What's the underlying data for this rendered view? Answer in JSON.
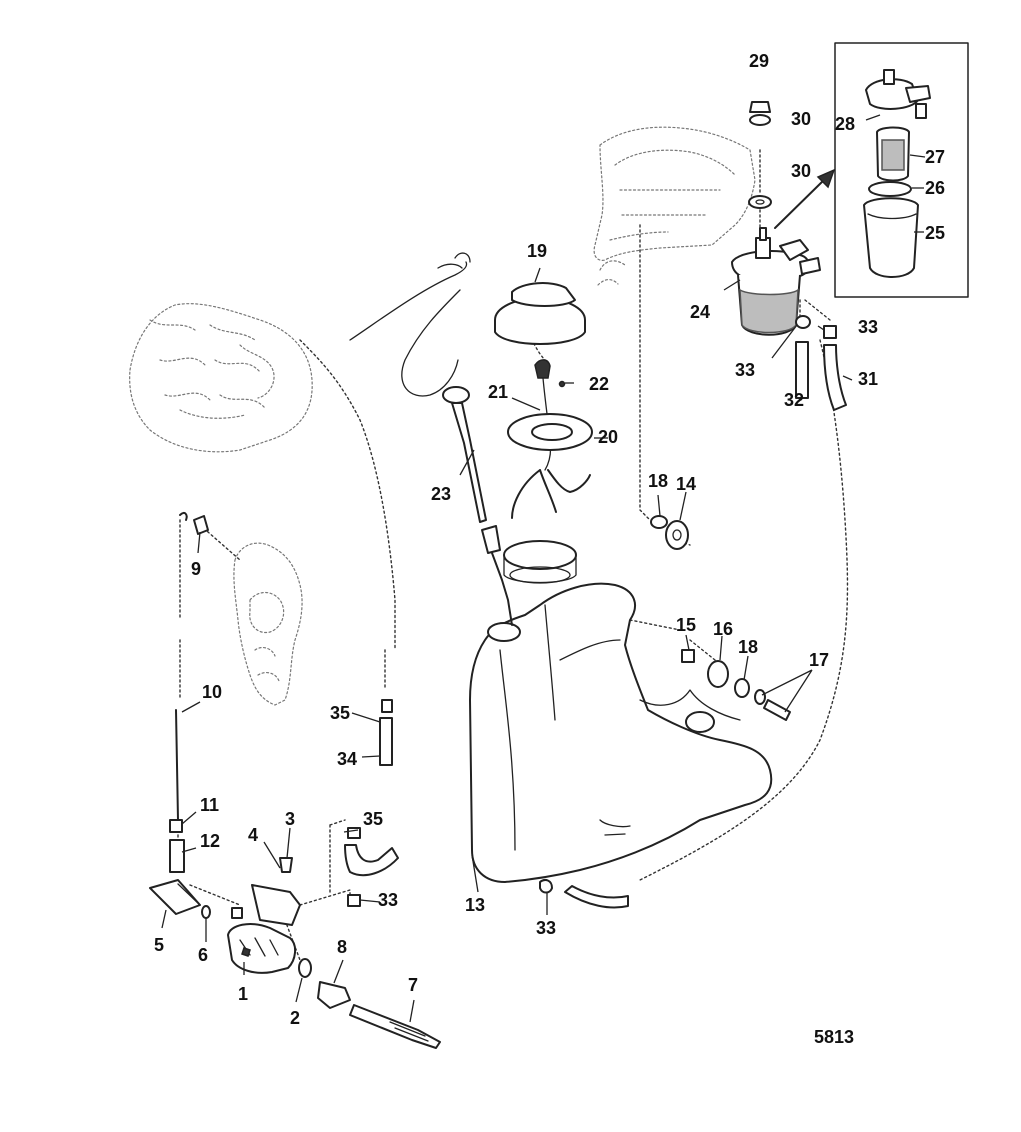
{
  "figure_code": "5813",
  "callouts": [
    {
      "id": "c29",
      "text": "29"
    },
    {
      "id": "c30a",
      "text": "30"
    },
    {
      "id": "c30b",
      "text": "30"
    },
    {
      "id": "c28",
      "text": "28"
    },
    {
      "id": "c27",
      "text": "27"
    },
    {
      "id": "c26",
      "text": "26"
    },
    {
      "id": "c25",
      "text": "25"
    },
    {
      "id": "c19",
      "text": "19"
    },
    {
      "id": "c22",
      "text": "22"
    },
    {
      "id": "c21",
      "text": "21"
    },
    {
      "id": "c20",
      "text": "20"
    },
    {
      "id": "c24",
      "text": "24"
    },
    {
      "id": "c33a",
      "text": "33"
    },
    {
      "id": "c33b",
      "text": "33"
    },
    {
      "id": "c31",
      "text": "31"
    },
    {
      "id": "c32",
      "text": "32"
    },
    {
      "id": "c23",
      "text": "23"
    },
    {
      "id": "c18a",
      "text": "18"
    },
    {
      "id": "c14",
      "text": "14"
    },
    {
      "id": "c9",
      "text": "9"
    },
    {
      "id": "c15",
      "text": "15"
    },
    {
      "id": "c16",
      "text": "16"
    },
    {
      "id": "c18b",
      "text": "18"
    },
    {
      "id": "c17",
      "text": "17"
    },
    {
      "id": "c10",
      "text": "10"
    },
    {
      "id": "c35a",
      "text": "35"
    },
    {
      "id": "c34",
      "text": "34"
    },
    {
      "id": "c11",
      "text": "11"
    },
    {
      "id": "c12",
      "text": "12"
    },
    {
      "id": "c3",
      "text": "3"
    },
    {
      "id": "c4",
      "text": "4"
    },
    {
      "id": "c35b",
      "text": "35"
    },
    {
      "id": "c33c",
      "text": "33"
    },
    {
      "id": "c13",
      "text": "13"
    },
    {
      "id": "c33d",
      "text": "33"
    },
    {
      "id": "c5",
      "text": "5"
    },
    {
      "id": "c6",
      "text": "6"
    },
    {
      "id": "c1",
      "text": "1"
    },
    {
      "id": "c8",
      "text": "8"
    },
    {
      "id": "c2",
      "text": "2"
    },
    {
      "id": "c7",
      "text": "7"
    }
  ]
}
